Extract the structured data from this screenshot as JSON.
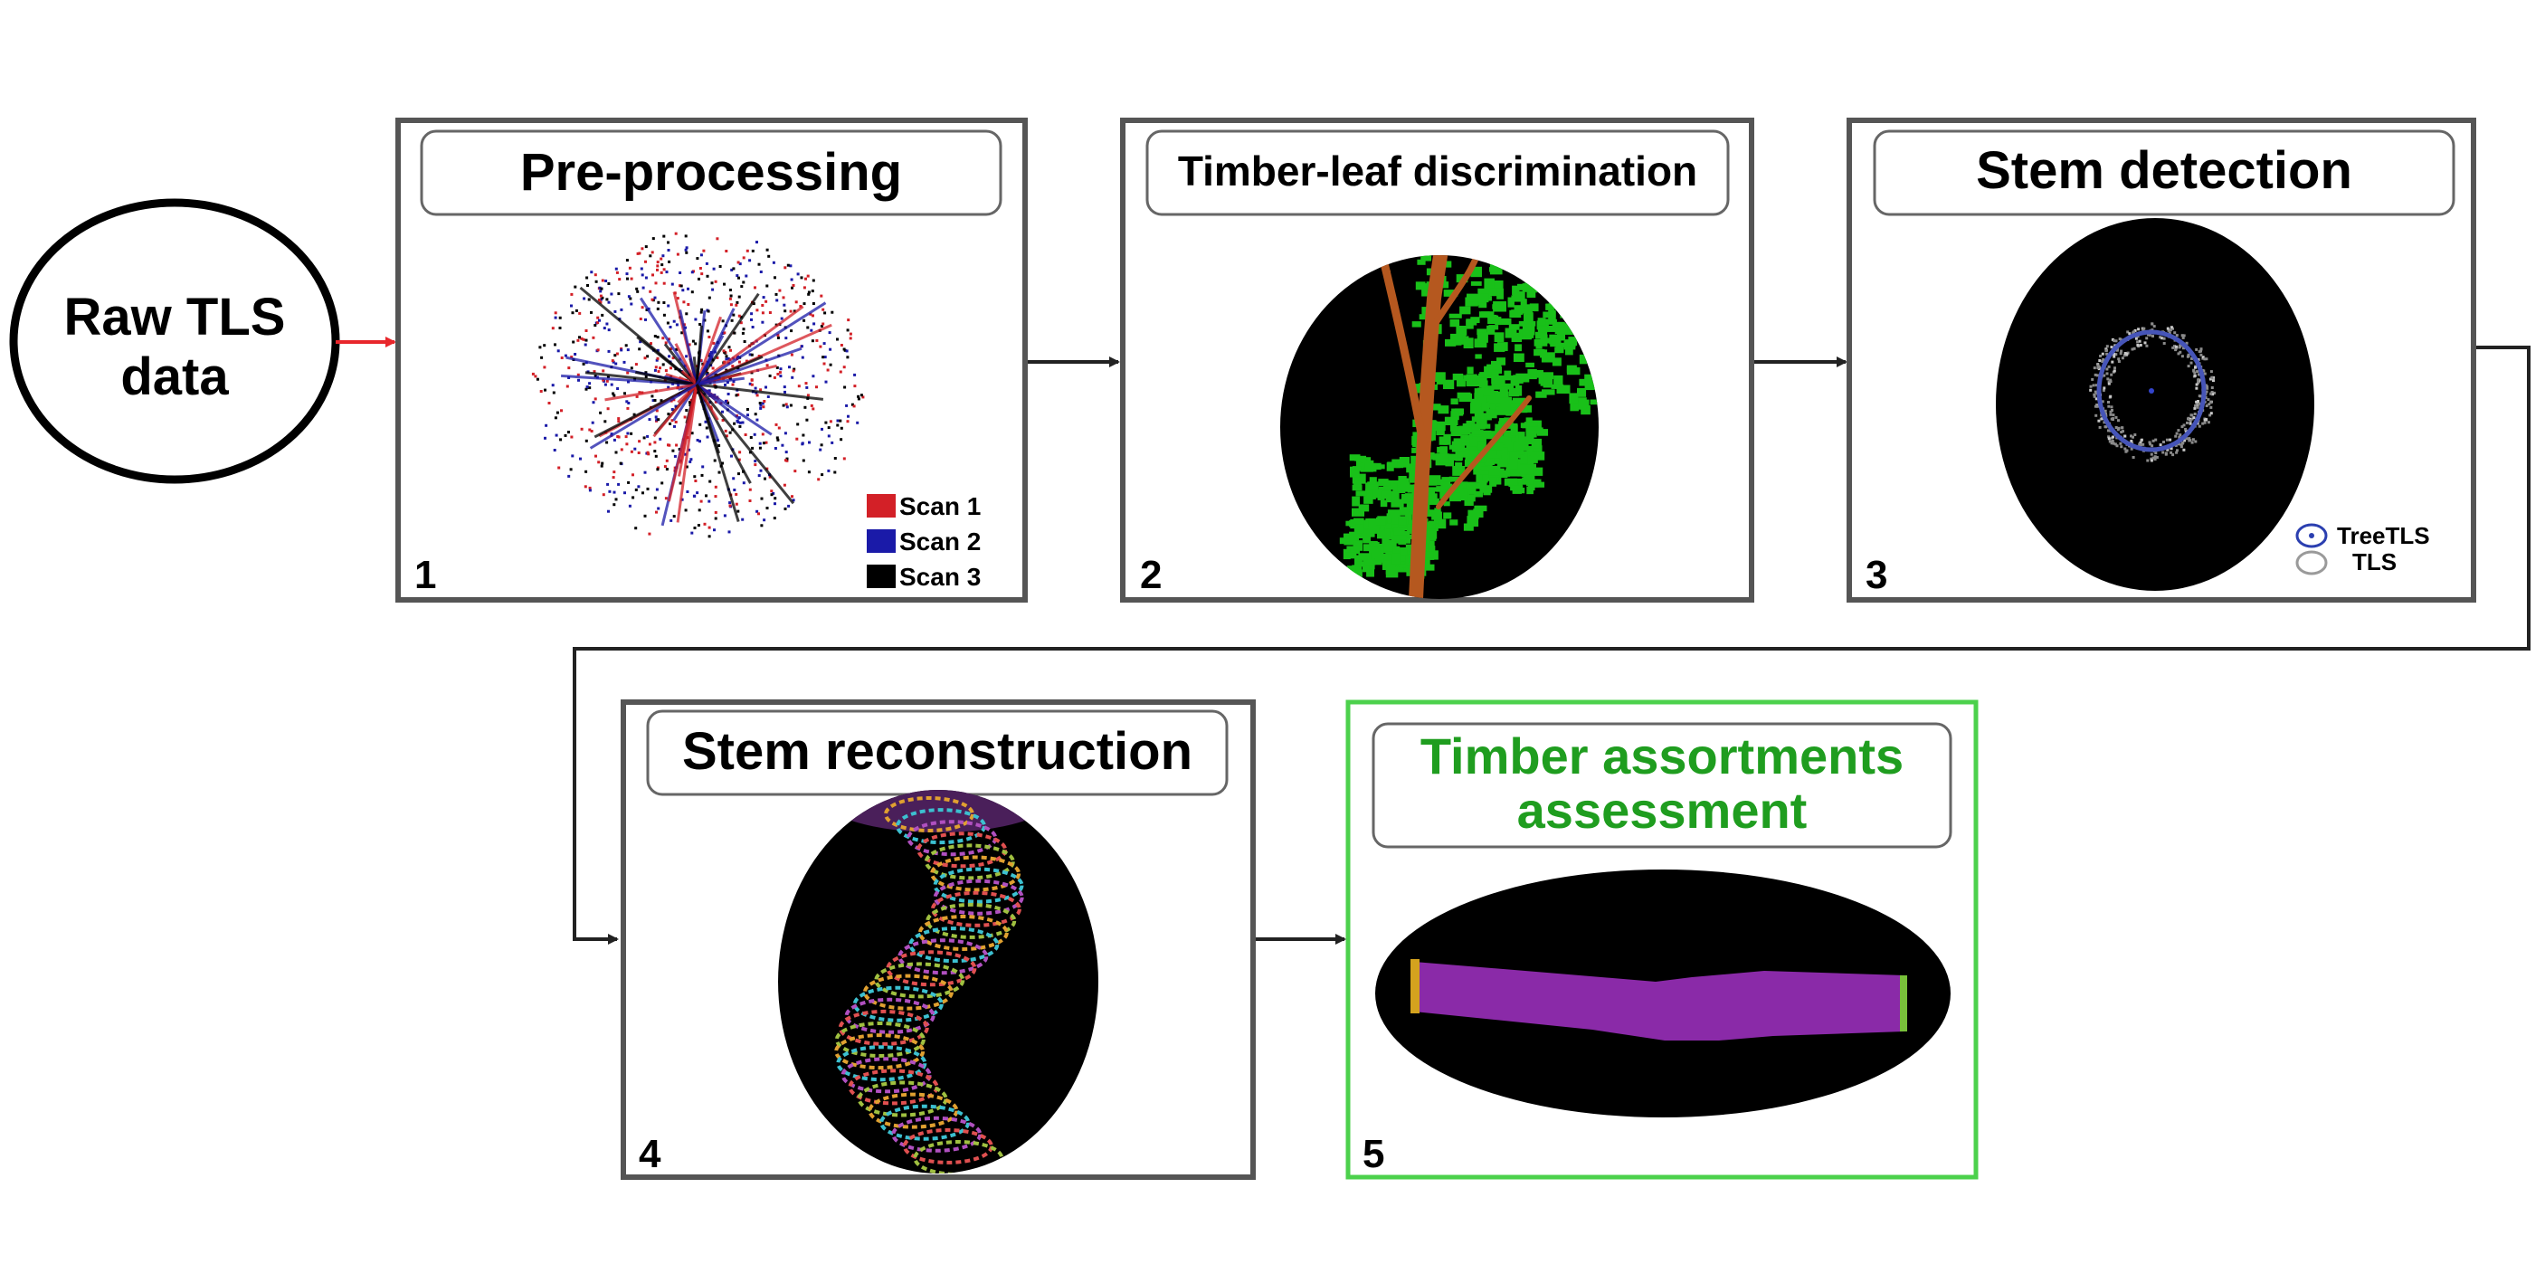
{
  "start": {
    "line1": "Raw TLS",
    "line2": "data"
  },
  "steps": [
    {
      "number": "1",
      "title": "Pre-processing"
    },
    {
      "number": "2",
      "title": "Timber-leaf discrimination"
    },
    {
      "number": "3",
      "title": "Stem detection"
    },
    {
      "number": "4",
      "title": "Stem reconstruction"
    },
    {
      "number": "5",
      "title_line1": "Timber assortments",
      "title_line2": "assessment"
    }
  ],
  "legend_preprocessing": [
    {
      "label": "Scan 1",
      "color": "#d32027"
    },
    {
      "label": "Scan 2",
      "color": "#1a1aa8"
    },
    {
      "label": "Scan 3",
      "color": "#000000"
    }
  ],
  "legend_stem": [
    {
      "label": "TreeTLS",
      "color": "#2b3fb0"
    },
    {
      "label": "TLS",
      "color": "#9a9a9a"
    }
  ],
  "colors": {
    "box_border": "#555555",
    "final_border": "#4cd14c",
    "final_text": "#1f9d1f",
    "start_arrow": "#e8262b",
    "connector": "#222222",
    "timber": "#b5581f",
    "leaf": "#19c019",
    "stem_purple": "#8a2aa8"
  }
}
